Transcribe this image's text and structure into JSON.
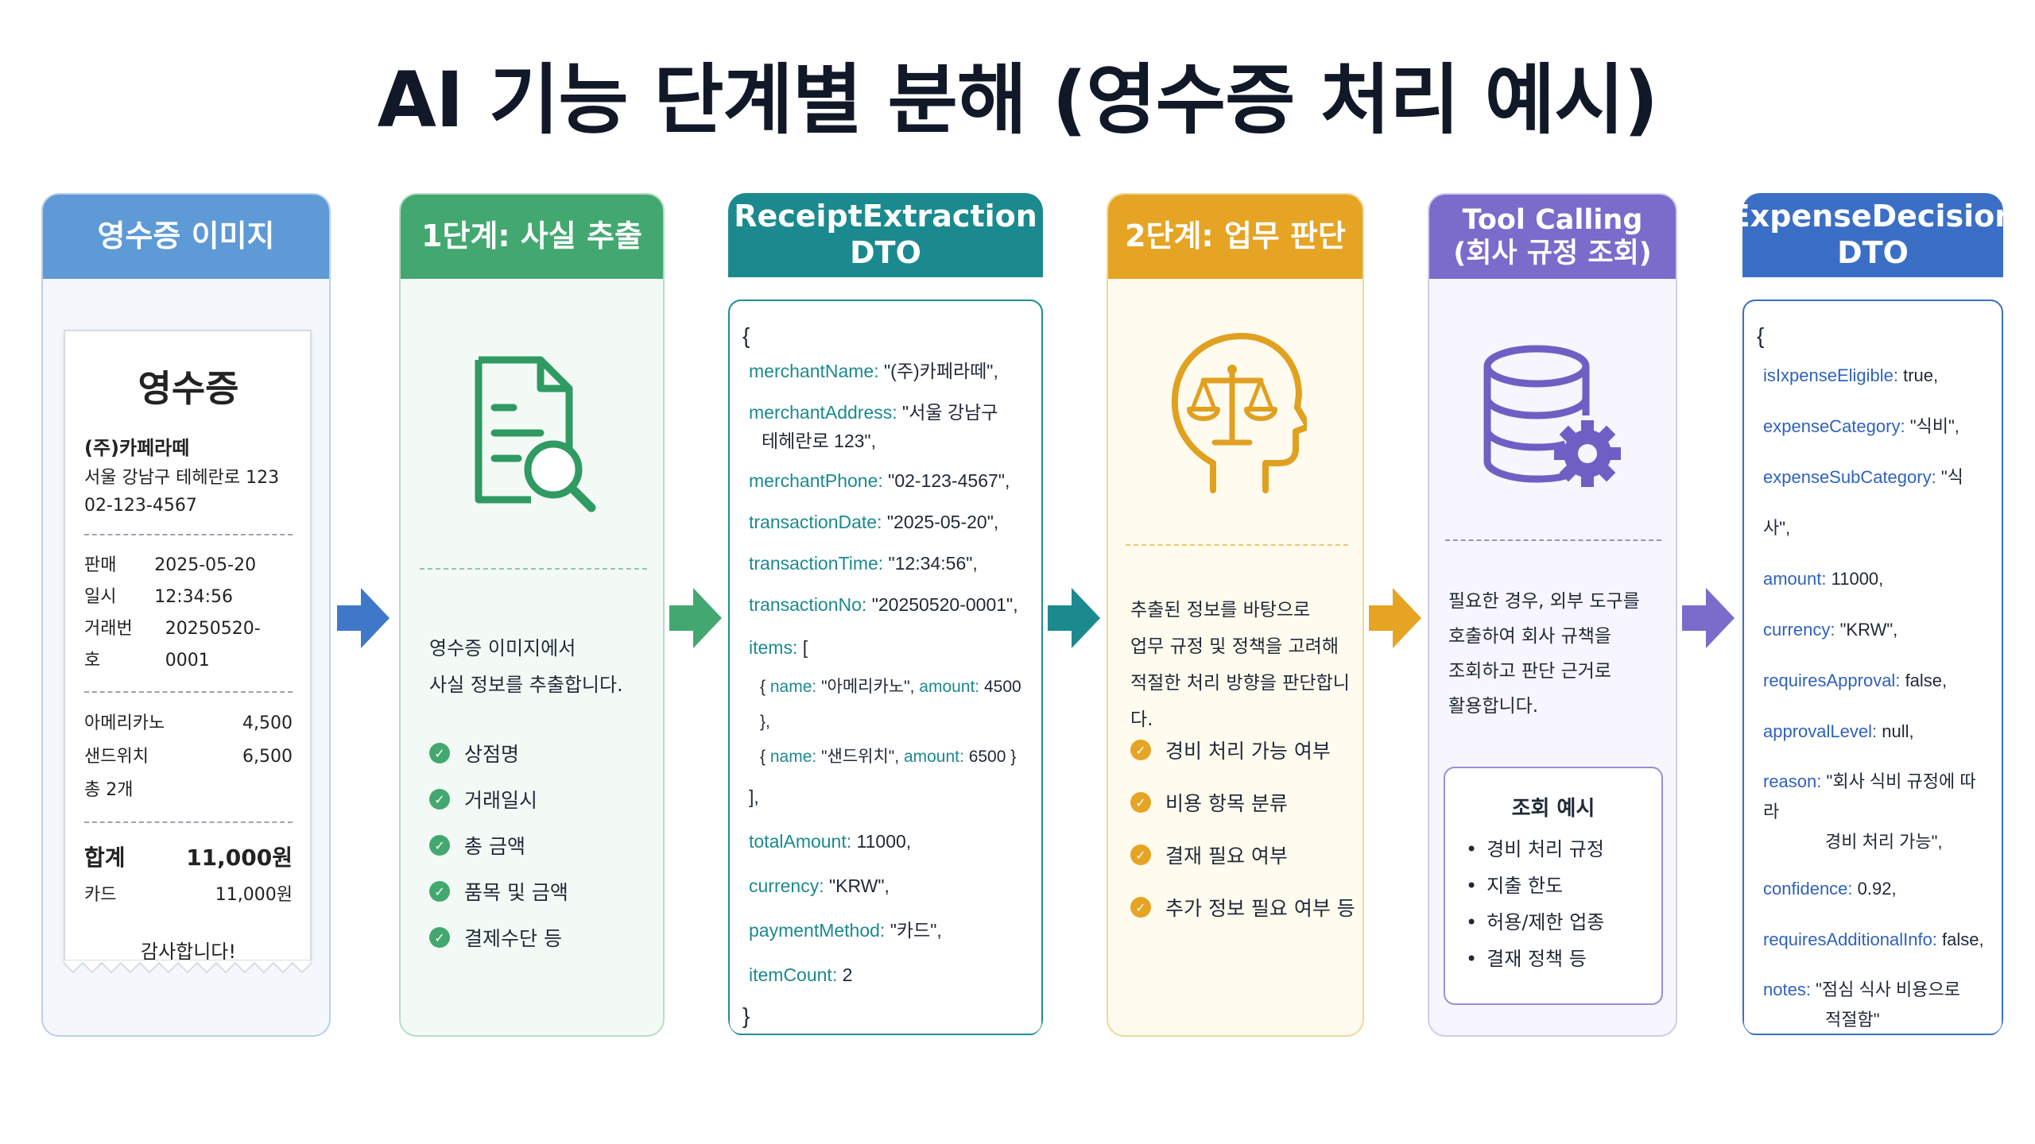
{
  "title": "AI 기능 단계별 분해 (영수증 처리 예시)",
  "colors": {
    "receipt": "#5d9ad6",
    "step1": "#43a870",
    "extraction": "#1b8a8e",
    "step2": "#e6a424",
    "tool": "#7b6bcb",
    "decision": "#3b6fc5"
  },
  "columns": {
    "receipt": {
      "header": "영수증 이미지",
      "receipt": {
        "title": "영수증",
        "store": "(주)카페라떼",
        "address": "서울 강남구 테헤란로 123",
        "phone": "02-123-4567",
        "meta": [
          {
            "label": "판매일시",
            "value": "2025-05-20 12:34:56"
          },
          {
            "label": "거래번호",
            "value": "20250520-0001"
          }
        ],
        "items": [
          {
            "name": "아메리카노",
            "price": "4,500"
          },
          {
            "name": "샌드위치",
            "price": "6,500"
          }
        ],
        "count": "총 2개",
        "total_label": "합계",
        "total_value": "11,000원",
        "card_label": "카드",
        "card_value": "11,000원",
        "thanks": "감사합니다!"
      }
    },
    "step1": {
      "header": "1단계: 사실 추출",
      "icon": "document-search-icon",
      "desc": [
        "영수증 이미지에서",
        "사실 정보를 추출합니다."
      ],
      "checks": [
        "상점명",
        "거래일시",
        "총 금액",
        "품목 및 금액",
        "결제수단 등"
      ]
    },
    "extraction": {
      "header": "ReceiptExtraction DTO",
      "open": "{",
      "close": "}",
      "fields": [
        {
          "key": "merchantName:",
          "value": "\"(주)카페라떼\","
        },
        {
          "key": "merchantAddress:",
          "value": "\"서울 강남구",
          "value2": "테헤란로 123\","
        },
        {
          "key": "merchantPhone:",
          "value": "\"02-123-4567\","
        },
        {
          "key": "transactionDate:",
          "value": "\"2025-05-20\","
        },
        {
          "key": "transactionTime:",
          "value": "\"12:34:56\","
        },
        {
          "key": "transactionNo:",
          "value": "\"20250520-0001\","
        }
      ],
      "items_key": "items:",
      "items_open": "[",
      "items": [
        {
          "pre": "{",
          "k1": "name:",
          "v1": "\"아메리카노\",",
          "k2": "amount:",
          "v2": "4500 },"
        },
        {
          "pre": "{",
          "k1": "name:",
          "v1": "\"샌드위치\",",
          "k2": "amount:",
          "v2": "6500 }"
        }
      ],
      "items_close": "],",
      "fields_after": [
        {
          "key": "totalAmount:",
          "value": "11000,"
        },
        {
          "key": "currency:",
          "value": "\"KRW\","
        },
        {
          "key": "paymentMethod:",
          "value": "\"카드\","
        },
        {
          "key": "itemCount:",
          "value": "2"
        }
      ]
    },
    "step2": {
      "header": "2단계: 업무 판단",
      "icon": "head-scale-icon",
      "desc": [
        "추출된 정보를 바탕으로",
        "업무 규정 및 정책을 고려해",
        "적절한 처리 방향을 판단합니다."
      ],
      "checks": [
        "경비 처리 가능 여부",
        "비용 항목 분류",
        "결재 필요 여부",
        "추가 정보 필요 여부 등"
      ]
    },
    "tool": {
      "header_line1": "Tool Calling",
      "header_line2": "(회사 규정 조회)",
      "icon": "database-gear-icon",
      "desc": [
        "필요한 경우, 외부 도구를",
        "호출하여 회사 규책을",
        "조회하고 판단 근거로",
        "활용합니다."
      ],
      "lookup_title": "조회 예시",
      "lookup_items": [
        "경비 처리 규정",
        "지출 한도",
        "허용/제한 업종",
        "결재 정책 등"
      ]
    },
    "decision": {
      "header": "ExpenseDecision DTO",
      "open": "{",
      "close": "}",
      "fields": [
        {
          "key": "isIxpenseEligible:",
          "value": "true,"
        },
        {
          "key": "expenseCategory:",
          "value": "\"식비\","
        },
        {
          "key": "expenseSubCategory:",
          "value": "\"식사\","
        },
        {
          "key": "amount:",
          "value": "11000,"
        },
        {
          "key": "currency:",
          "value": "\"KRW\","
        },
        {
          "key": "requiresApproval:",
          "value": "false,"
        },
        {
          "key": "approvalLevel:",
          "value": "null,"
        },
        {
          "key": "reason:",
          "value": "\"회사 식비 규정에 따라",
          "value2": "경비 처리 가능\","
        },
        {
          "key": "confidence:",
          "value": "0.92,"
        },
        {
          "key": "requiresAdditionalInfo:",
          "value": "false,"
        },
        {
          "key": "notes:",
          "value": "\"점심 식사 비용으로",
          "value2": "적절함\""
        }
      ]
    }
  }
}
